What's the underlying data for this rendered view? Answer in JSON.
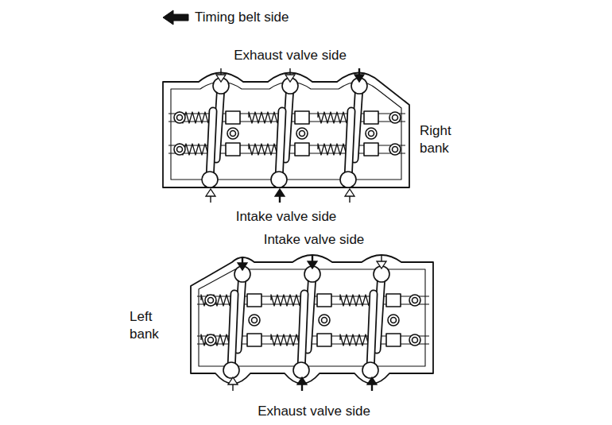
{
  "diagram": {
    "labels": [
      "Timing belt side",
      "Exhaust valve side",
      "Right bank",
      "Intake valve side",
      "Intake valve side",
      "Left bank",
      "Exhaust valve side"
    ]
  }
}
